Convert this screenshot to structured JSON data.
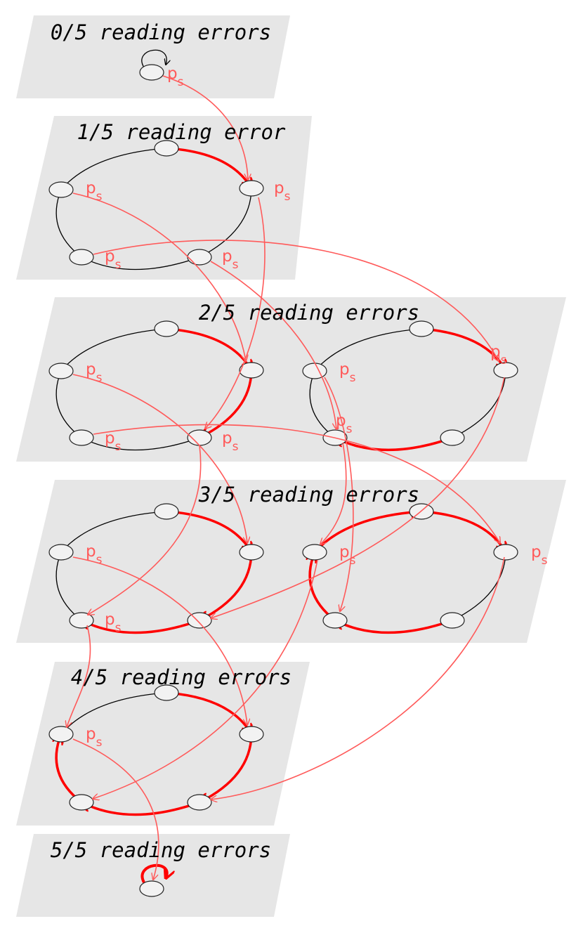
{
  "colors": {
    "panel": "#e6e6e6",
    "node_fill": "#f2f2f2",
    "node_stroke": "#222222",
    "black_edge": "#000000",
    "red_edge": "#ff0000",
    "transition_edge": "#ff5a5a",
    "ps_label": "#ff5a5a"
  },
  "ps_label": "p",
  "ps_subscript": "s",
  "levels": [
    {
      "title": "0/5 reading errors"
    },
    {
      "title": "1/5 reading error"
    },
    {
      "title": "2/5 reading errors"
    },
    {
      "title": "3/5 reading errors"
    },
    {
      "title": "4/5 reading errors"
    },
    {
      "title": "5/5 reading errors"
    }
  ]
}
